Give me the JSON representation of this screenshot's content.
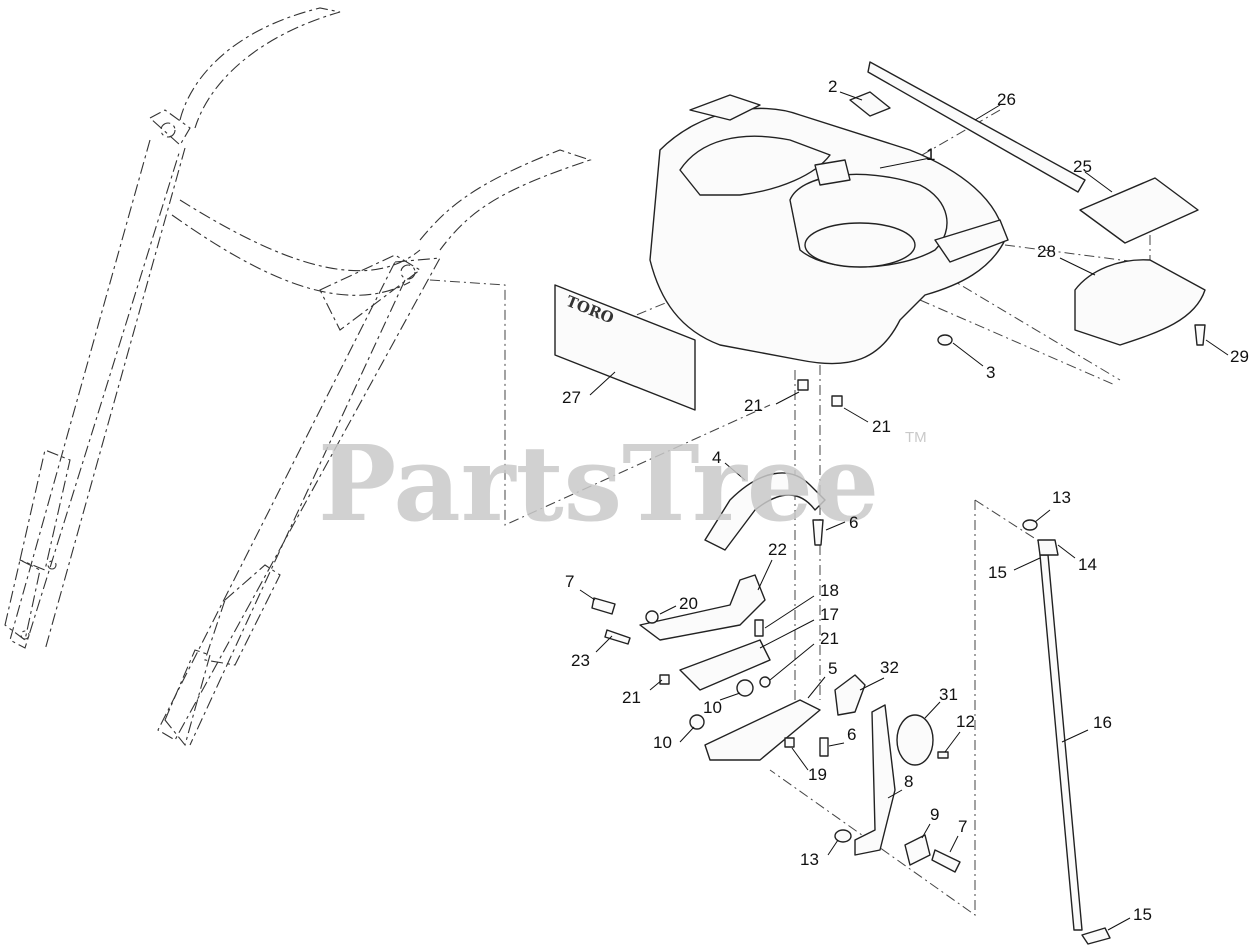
{
  "watermark": {
    "text": "PartsTree",
    "tm": "TM"
  },
  "decal_text": "TORO",
  "callouts": [
    {
      "label": "1"
    },
    {
      "label": "2"
    },
    {
      "label": "26"
    },
    {
      "label": "25"
    },
    {
      "label": "28"
    },
    {
      "label": "29"
    },
    {
      "label": "3"
    },
    {
      "label": "27"
    },
    {
      "label": "21"
    },
    {
      "label": "21"
    },
    {
      "label": "4"
    },
    {
      "label": "6"
    },
    {
      "label": "22"
    },
    {
      "label": "7"
    },
    {
      "label": "20"
    },
    {
      "label": "18"
    },
    {
      "label": "17"
    },
    {
      "label": "21"
    },
    {
      "label": "23"
    },
    {
      "label": "21"
    },
    {
      "label": "10"
    },
    {
      "label": "5"
    },
    {
      "label": "32"
    },
    {
      "label": "10"
    },
    {
      "label": "31"
    },
    {
      "label": "12"
    },
    {
      "label": "6"
    },
    {
      "label": "19"
    },
    {
      "label": "8"
    },
    {
      "label": "9"
    },
    {
      "label": "7"
    },
    {
      "label": "13"
    },
    {
      "label": "13"
    },
    {
      "label": "14"
    },
    {
      "label": "15"
    },
    {
      "label": "16"
    },
    {
      "label": "15"
    }
  ]
}
